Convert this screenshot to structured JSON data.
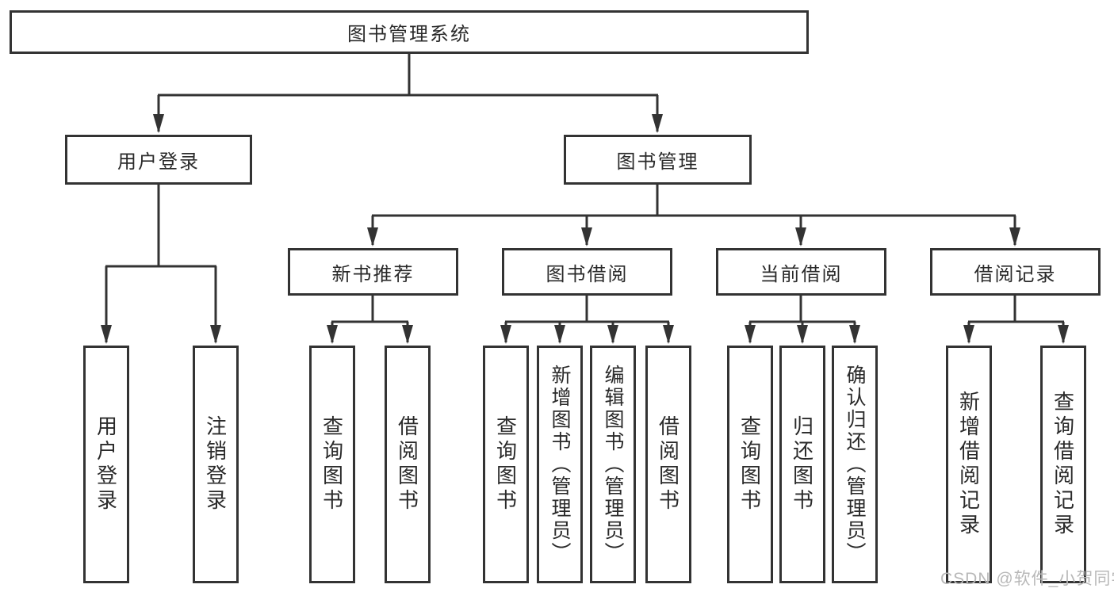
{
  "diagram": {
    "nodes": {
      "root": "图书管理系统",
      "level2": [
        "用户登录",
        "图书管理"
      ],
      "level3": [
        "新书推荐",
        "图书借阅",
        "当前借阅",
        "借阅记录"
      ],
      "leaves_user": [
        "用户登录",
        "注销登录"
      ],
      "leaves_recommend": [
        "查询图书",
        "借阅图书"
      ],
      "leaves_borrow": [
        "查询图书",
        "新增图书（管理员）",
        "编辑图书（管理员）",
        "借阅图书"
      ],
      "leaves_current": [
        "查询图书",
        "归还图书",
        "确认归还（管理员）"
      ],
      "leaves_records": [
        "新增借阅记录",
        "查询借阅记录"
      ]
    },
    "watermark": "CSDN @软件_小贺同学",
    "colors": {
      "line": "#333333",
      "text": "#2a2a2a",
      "background": "#ffffff",
      "watermark": "#b8b8b8"
    }
  }
}
